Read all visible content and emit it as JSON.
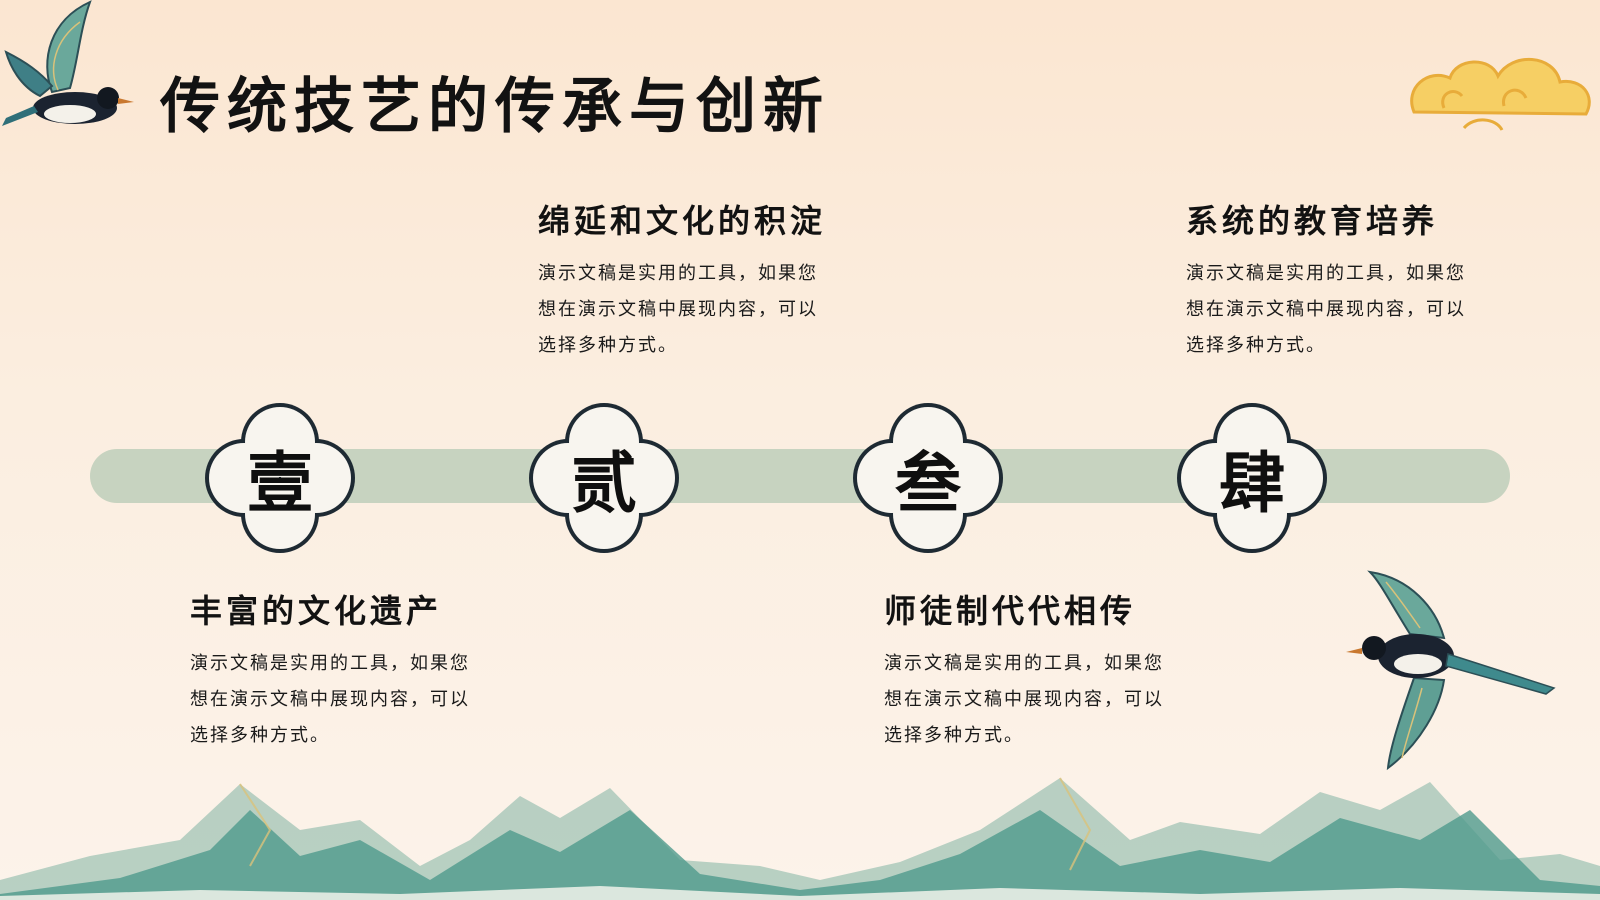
{
  "title": "传统技艺的传承与创新",
  "steps": [
    {
      "num": "壹",
      "heading": "丰富的文化遗产",
      "body": "演示文稿是实用的工具，如果您想在演示文稿中展现内容，可以选择多种方式。"
    },
    {
      "num": "贰",
      "heading": "绵延和文化的积淀",
      "body": "演示文稿是实用的工具，如果您想在演示文稿中展现内容，可以选择多种方式。"
    },
    {
      "num": "叁",
      "heading": "师徒制代代相传",
      "body": "演示文稿是实用的工具，如果您想在演示文稿中展现内容，可以选择多种方式。"
    },
    {
      "num": "肆",
      "heading": "系统的教育培养",
      "body": "演示文稿是实用的工具，如果您想在演示文稿中展现内容，可以选择多种方式。"
    }
  ],
  "decorations": {
    "top_left": "magpie-illustration",
    "top_right": "auspicious-cloud",
    "right": "magpie-illustration",
    "bottom": "mountain-landscape"
  },
  "colors": {
    "background": "#fbe9d6",
    "track": "#c7d3c0",
    "badge_fill": "#f8f5ef",
    "badge_outline": "#1e2a33",
    "mountain_teal": "#4f9a8c",
    "cloud_gold": "#f2c14e"
  }
}
